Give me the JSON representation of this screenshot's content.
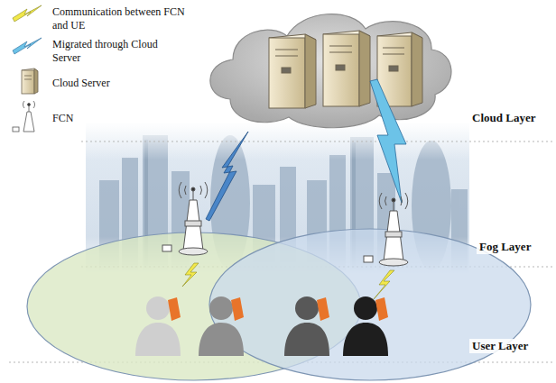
{
  "diagram": {
    "labels": [
      "Cloud Layer",
      "Fog Layer",
      "User Layer"
    ],
    "legend": [
      {
        "text": "Communication between FCN and UE"
      },
      {
        "text": "Migrated through Cloud Server"
      },
      {
        "text": "Cloud Server"
      },
      {
        "text": "FCN"
      }
    ]
  }
}
